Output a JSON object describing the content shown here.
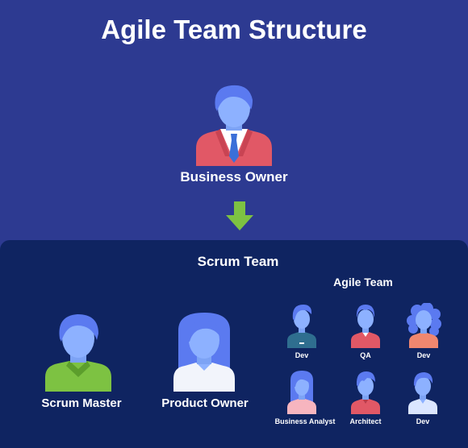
{
  "title": "Agile Team Structure",
  "business_owner": {
    "label": "Business Owner",
    "icon": "businessman-icon"
  },
  "arrow": {
    "icon": "arrow-down-icon",
    "color": "#7dc242"
  },
  "scrum_team": {
    "label": "Scrum Team",
    "scrum_master": {
      "label": "Scrum Master",
      "icon": "man-green-shirt-icon"
    },
    "product_owner": {
      "label": "Product Owner",
      "icon": "woman-icon"
    },
    "agile_team": {
      "label": "Agile Team",
      "members": [
        {
          "label": "Dev",
          "icon": "developer-icon"
        },
        {
          "label": "QA",
          "icon": "qa-icon"
        },
        {
          "label": "Dev",
          "icon": "developer-curly-icon"
        },
        {
          "label": "Business Analyst",
          "icon": "analyst-icon"
        },
        {
          "label": "Architect",
          "icon": "architect-icon"
        },
        {
          "label": "Dev",
          "icon": "developer-icon"
        }
      ]
    }
  },
  "colors": {
    "background": "#2d3a91",
    "panel": "#0f2461",
    "skin": "#8db1ff",
    "hair": "#5b7af0"
  }
}
